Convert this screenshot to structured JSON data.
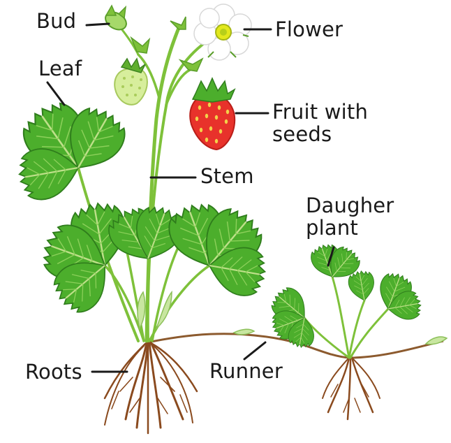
{
  "labels": {
    "bud": "Bud",
    "flower": "Flower",
    "leaf": "Leaf",
    "fruit_line1": "Fruit with",
    "fruit_line2": "seeds",
    "stem": "Stem",
    "daughter_line1": "Daugher",
    "daughter_line2": "plant",
    "roots": "Roots",
    "runner": "Runner"
  },
  "colors": {
    "leaf": "#4cae2c",
    "leaf_dark": "#2f7d1c",
    "stem": "#7ec13a",
    "fruit_red": "#e8322b",
    "unripe_fruit": "#d7ee9c",
    "flower_petal": "#ffffff",
    "flower_center": "#e3e81c",
    "root": "#8a4a1e",
    "runner": "#8c5a2e",
    "text": "#1a1a1a"
  }
}
